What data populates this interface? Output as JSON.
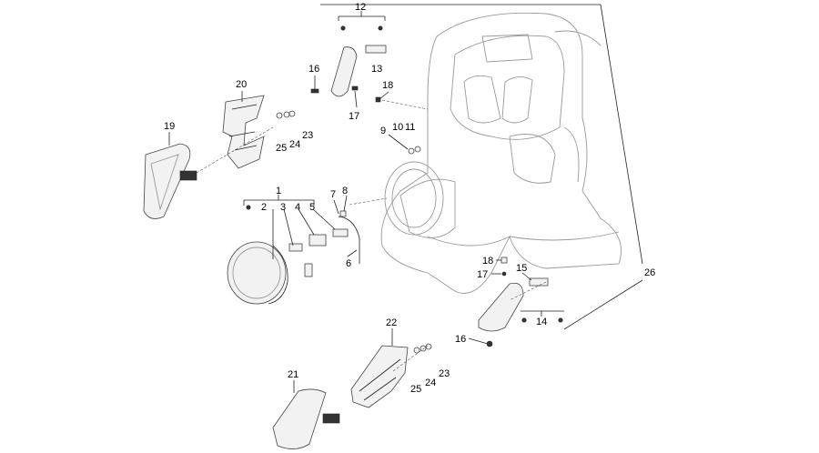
{
  "labels": [
    {
      "id": "l1",
      "text": "1"
    },
    {
      "id": "l2",
      "text": "2"
    },
    {
      "id": "l3",
      "text": "3"
    },
    {
      "id": "l4",
      "text": "4"
    },
    {
      "id": "l5",
      "text": "5"
    },
    {
      "id": "l6",
      "text": "6"
    },
    {
      "id": "l7",
      "text": "7"
    },
    {
      "id": "l8",
      "text": "8"
    },
    {
      "id": "l9",
      "text": "9"
    },
    {
      "id": "l10",
      "text": "10"
    },
    {
      "id": "l11",
      "text": "11"
    },
    {
      "id": "l12",
      "text": "12"
    },
    {
      "id": "l13",
      "text": "13"
    },
    {
      "id": "l14",
      "text": "14"
    },
    {
      "id": "l15",
      "text": "15"
    },
    {
      "id": "l16a",
      "text": "16"
    },
    {
      "id": "l16b",
      "text": "16"
    },
    {
      "id": "l17a",
      "text": "17"
    },
    {
      "id": "l17b",
      "text": "17"
    },
    {
      "id": "l18a",
      "text": "18"
    },
    {
      "id": "l18b",
      "text": "18"
    },
    {
      "id": "l19",
      "text": "19"
    },
    {
      "id": "l20",
      "text": "20"
    },
    {
      "id": "l21",
      "text": "21"
    },
    {
      "id": "l22",
      "text": "22"
    },
    {
      "id": "l23a",
      "text": "23"
    },
    {
      "id": "l23b",
      "text": "23"
    },
    {
      "id": "l24a",
      "text": "24"
    },
    {
      "id": "l24b",
      "text": "24"
    },
    {
      "id": "l25a",
      "text": "25"
    },
    {
      "id": "l25b",
      "text": "25"
    },
    {
      "id": "l26",
      "text": "26"
    }
  ]
}
